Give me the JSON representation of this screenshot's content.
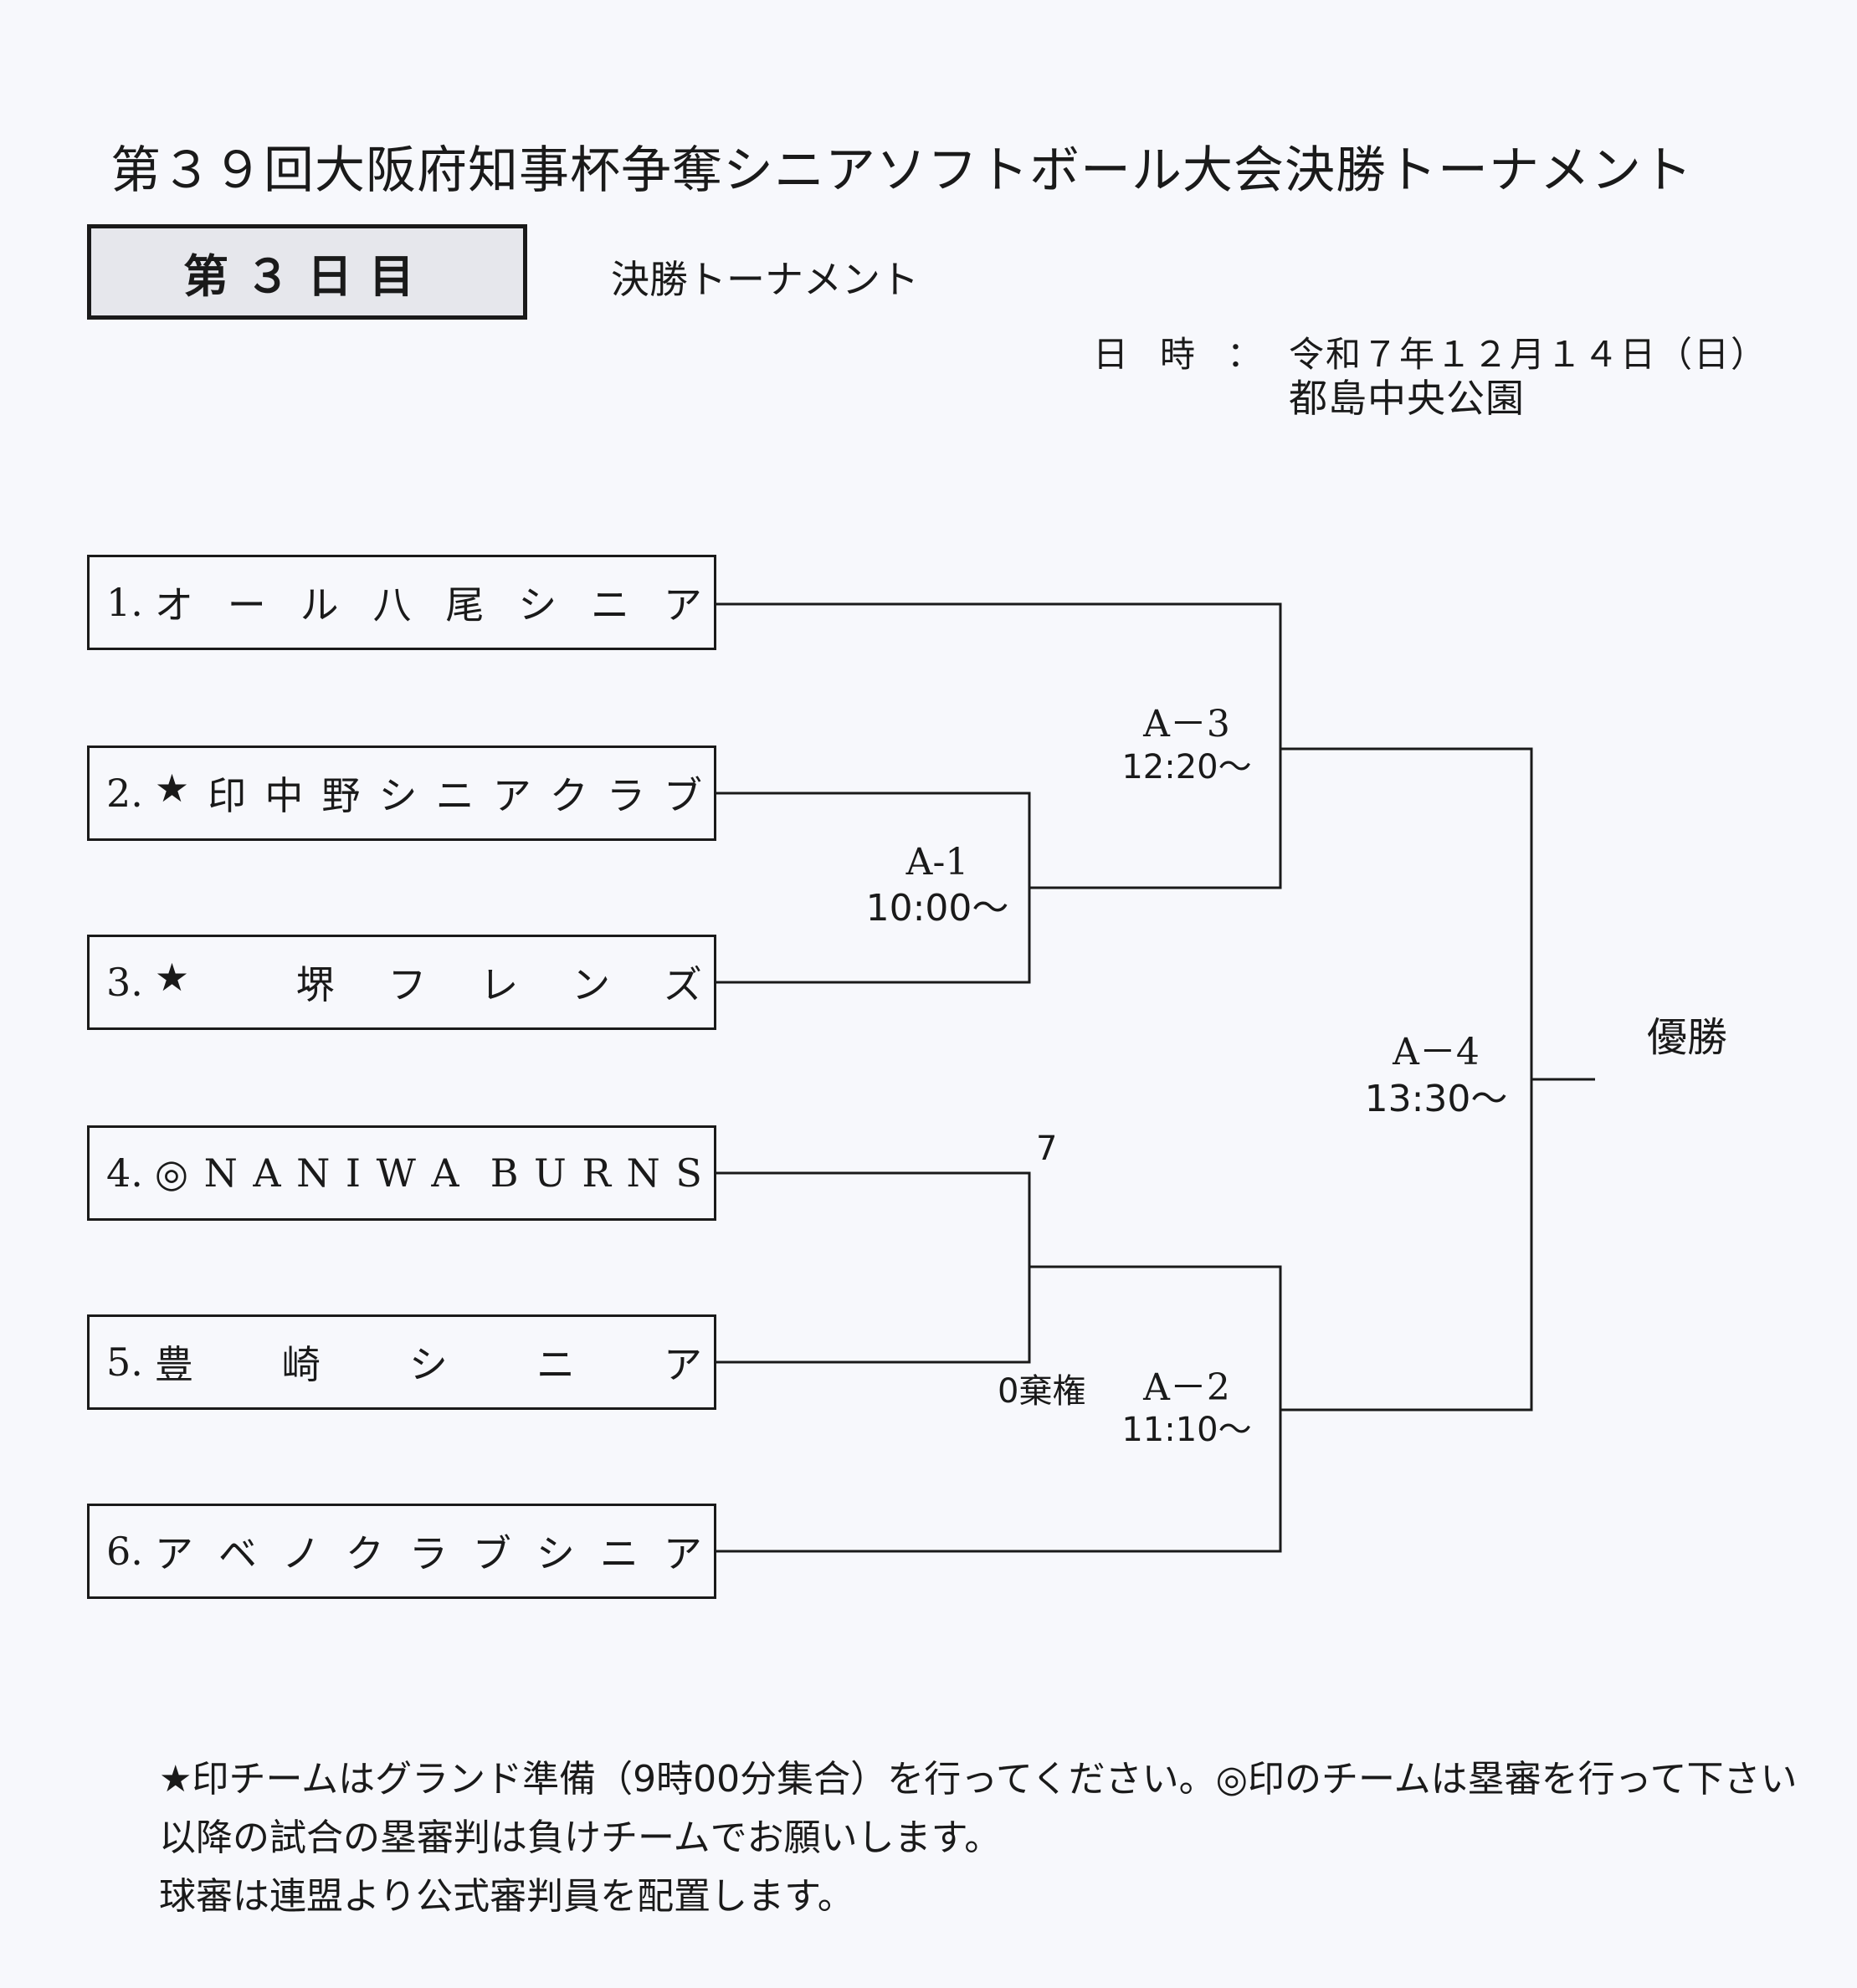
{
  "header": {
    "title": "第３９回大阪府知事杯争奪シニアソフトボール大会決勝トーナメント",
    "day_label": "第３日目",
    "subtitle": "決勝トーナメント",
    "datetime_label": "日時：",
    "date": "令和７年１２月１４日（日）",
    "venue": "都島中央公園"
  },
  "teams": [
    {
      "num": "1.",
      "name": [
        "オ",
        "ー",
        "ル",
        "八",
        "尾",
        "シ",
        "ニ",
        "ア"
      ]
    },
    {
      "num": "2.",
      "name": [
        "★",
        "印",
        "中",
        "野",
        "シ",
        "ニ",
        "ア",
        "ク",
        "ラ",
        "ブ"
      ]
    },
    {
      "num": "3.",
      "name": [
        "★",
        "",
        "堺",
        "フ",
        "レ",
        "ン",
        "ズ"
      ]
    },
    {
      "num": "4.",
      "name": [
        "◎",
        "N",
        "A",
        "N",
        "I",
        "W",
        "A",
        "",
        "B",
        "U",
        "R",
        "N",
        "S"
      ]
    },
    {
      "num": "5.",
      "name": [
        "豊",
        "崎",
        "シ",
        "ニ",
        "ア"
      ]
    },
    {
      "num": "6.",
      "name": [
        "ア",
        "ベ",
        "ノ",
        "ク",
        "ラ",
        "ブ",
        "シ",
        "ニ",
        "ア"
      ]
    }
  ],
  "matches": {
    "a1": {
      "label": "A-1",
      "time": "10:00〜"
    },
    "a2": {
      "label": "A－2",
      "time": "11:10〜"
    },
    "a3": {
      "label": "A－3",
      "time": "12:20〜"
    },
    "a4": {
      "label": "A－4",
      "time": "13:30〜"
    }
  },
  "results": {
    "a2_top_score": "7",
    "a2_bottom_score": "0棄権"
  },
  "winner_label": "優勝",
  "notes": [
    "★印チームはグランド準備（9時00分集合）を行ってください。◎印のチームは塁審を行って下さい",
    "以降の試合の塁審判は負けチームでお願いします。",
    "球審は連盟より公式審判員を配置します。"
  ]
}
